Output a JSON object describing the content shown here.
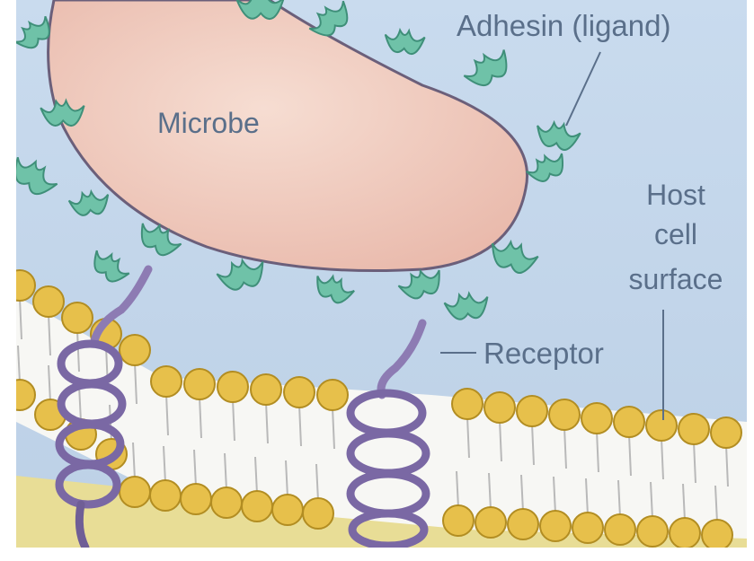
{
  "labels": {
    "microbe": "Microbe",
    "adhesin": "Adhesin (ligand)",
    "host_line1": "Host",
    "host_line2": "cell",
    "host_line3": "surface",
    "receptor": "Receptor"
  },
  "colors": {
    "background": "#c5d6ea",
    "microbe_fill": "#efc9bd",
    "microbe_stroke": "#6b5f7a",
    "adhesin": "#6fc2a8",
    "phospholipid_head": "#e7c04b",
    "membrane_core": "#ffffff",
    "cytoplasm": "#e8dd96",
    "receptor": "#8d7bb3",
    "label_text": "#5a6f8a"
  }
}
